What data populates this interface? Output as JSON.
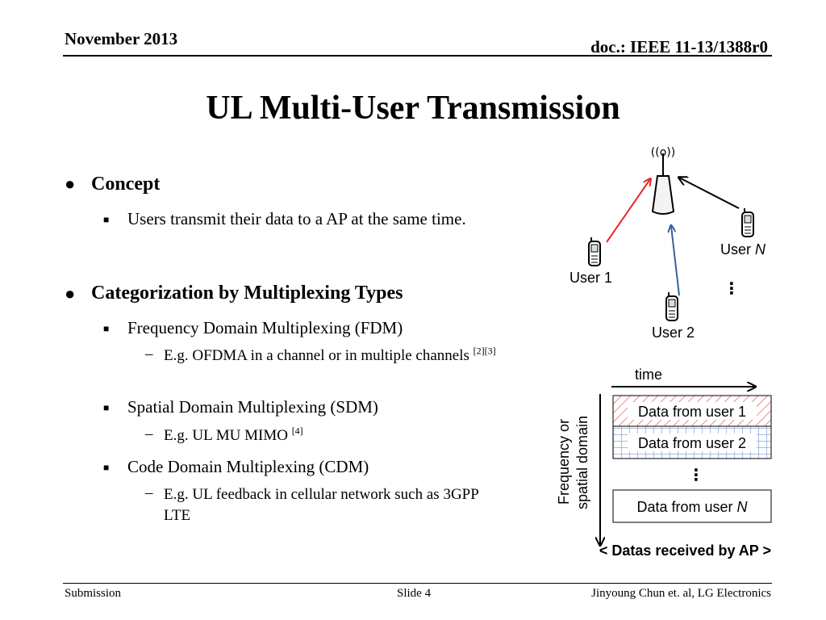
{
  "header": {
    "date": "November 2013",
    "doc_id": "doc.: IEEE 11-13/1388r0"
  },
  "title": "UL Multi-User Transmission",
  "bullets": [
    {
      "heading": "Concept",
      "items": [
        {
          "text": "Users transmit their data to a AP at the same time."
        }
      ]
    },
    {
      "heading": "Categorization by Multiplexing Types",
      "items": [
        {
          "text": "Frequency Domain Multiplexing (FDM)",
          "sub": {
            "text": "E.g. OFDMA in a channel or in multiple channels",
            "ref": "[2][3]"
          }
        },
        {
          "text": "Spatial Domain Multiplexing (SDM)",
          "sub": {
            "text": "E.g. UL MU MIMO",
            "ref": "[4]"
          }
        },
        {
          "text": "Code Domain Multiplexing (CDM)",
          "sub": {
            "text": "E.g. UL feedback in cellular network such as 3GPP LTE",
            "ref": ""
          }
        }
      ]
    }
  ],
  "diagram": {
    "antenna_label": "((o))",
    "users": {
      "user1": "User 1",
      "user2": "User 2",
      "userN_prefix": "User ",
      "userN_italic": "N"
    },
    "ellipsis": "⋮",
    "time_label": "time",
    "axis_label_line1": "Frequency or",
    "axis_label_line2": "spatial domain",
    "blocks": {
      "user1": "Data from user 1",
      "user2": "Data from user 2",
      "userN_prefix": "Data from user ",
      "userN_italic": "N"
    },
    "caption": "< Datas received by AP >",
    "colors": {
      "user1_arrow": "#e8262b",
      "user2_arrow": "#3b5f9e",
      "userN_arrow": "#000000",
      "hatch_red": "#f08a8a",
      "grid_blue": "#8fa8d8"
    }
  },
  "footer": {
    "left": "Submission",
    "center": "Slide 4",
    "right": "Jinyoung Chun et. al, LG Electronics"
  }
}
